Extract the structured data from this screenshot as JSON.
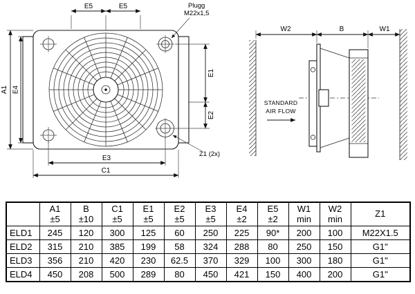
{
  "front_view": {
    "dim_e5_left": "E5",
    "dim_e5_right": "E5",
    "plug_line1": "Plugg",
    "plug_line2": "M22x1,5",
    "dim_a1": "A1",
    "dim_e4": "E4",
    "dim_e1": "E1",
    "dim_e2": "E2",
    "dim_e3": "E3",
    "dim_c1": "C1",
    "z1_label": "Z1 (2x)"
  },
  "side_view": {
    "dim_w2": "W2",
    "dim_b": "B",
    "dim_w1": "W1",
    "airflow_line1": "STANDARD",
    "airflow_line2": "AIR FLOW"
  },
  "table": {
    "columns": [
      {
        "name": "",
        "tol": ""
      },
      {
        "name": "A1",
        "tol": "±5"
      },
      {
        "name": "B",
        "tol": "±10"
      },
      {
        "name": "C1",
        "tol": "±5"
      },
      {
        "name": "E1",
        "tol": "±5"
      },
      {
        "name": "E2",
        "tol": "±5"
      },
      {
        "name": "E3",
        "tol": "±5"
      },
      {
        "name": "E4",
        "tol": "±2"
      },
      {
        "name": "E5",
        "tol": "±2"
      },
      {
        "name": "W1",
        "tol": "min"
      },
      {
        "name": "W2",
        "tol": "min"
      },
      {
        "name": "Z1",
        "tol": ""
      }
    ],
    "rows": [
      {
        "model": "ELD1",
        "values": [
          "245",
          "120",
          "300",
          "125",
          "60",
          "250",
          "225",
          "90*",
          "200",
          "100",
          "M22X1.5"
        ]
      },
      {
        "model": "ELD2",
        "values": [
          "315",
          "210",
          "385",
          "199",
          "58",
          "324",
          "288",
          "80",
          "250",
          "150",
          "G1\""
        ]
      },
      {
        "model": "ELD3",
        "values": [
          "356",
          "210",
          "420",
          "230",
          "62.5",
          "370",
          "329",
          "100",
          "300",
          "180",
          "G1\""
        ]
      },
      {
        "model": "ELD4",
        "values": [
          "450",
          "208",
          "500",
          "289",
          "80",
          "450",
          "421",
          "150",
          "400",
          "200",
          "G1\""
        ]
      }
    ]
  }
}
